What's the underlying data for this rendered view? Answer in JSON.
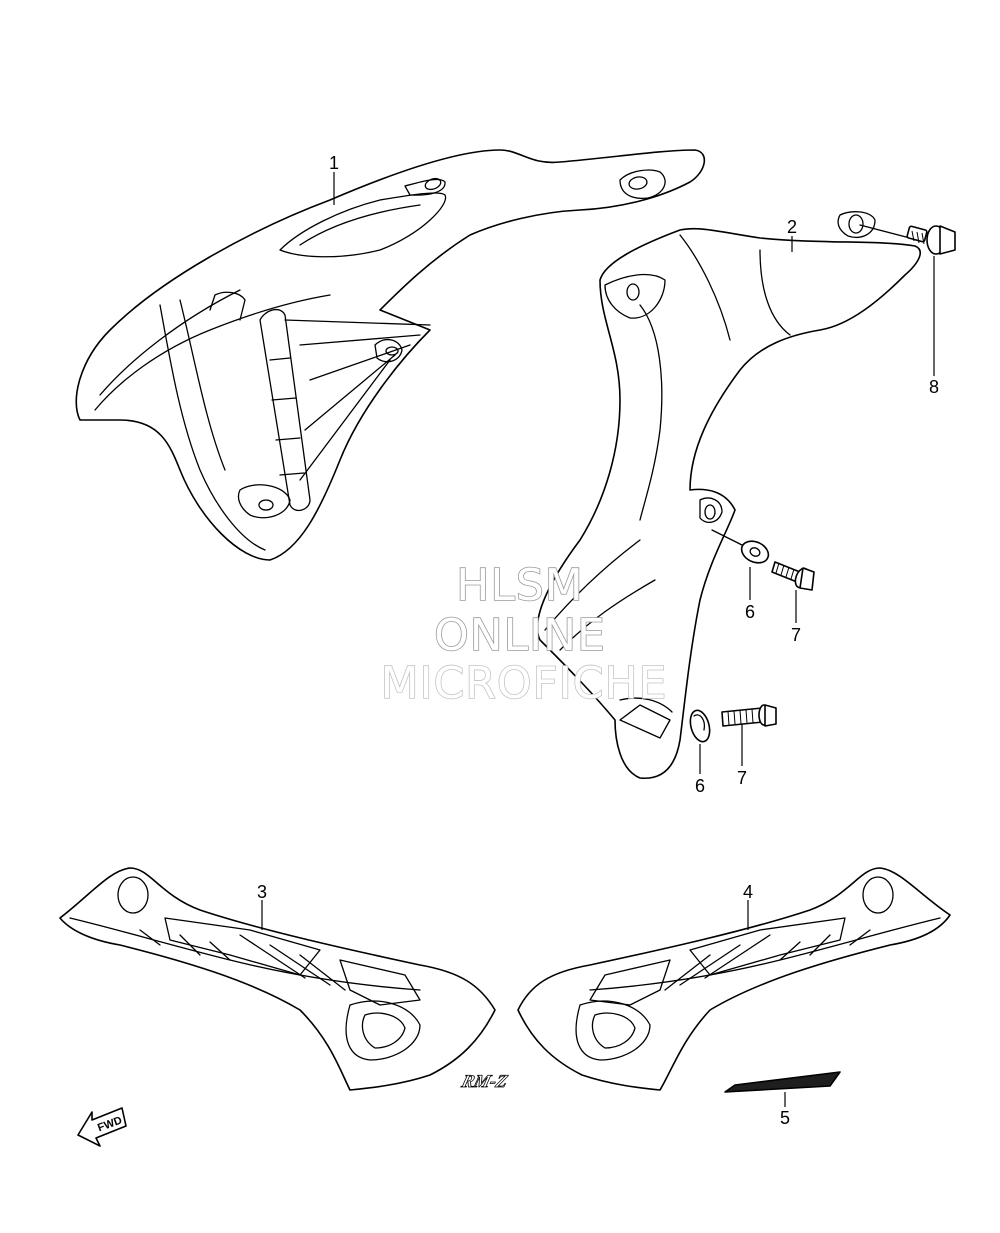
{
  "callouts": [
    {
      "id": "1",
      "label": "1"
    },
    {
      "id": "2",
      "label": "2"
    },
    {
      "id": "3",
      "label": "3"
    },
    {
      "id": "4",
      "label": "4"
    },
    {
      "id": "5",
      "label": "5"
    },
    {
      "id": "6a",
      "label": "6"
    },
    {
      "id": "6b",
      "label": "6"
    },
    {
      "id": "7a",
      "label": "7"
    },
    {
      "id": "7b",
      "label": "7"
    },
    {
      "id": "8",
      "label": "8"
    }
  ],
  "watermark": {
    "line1": "HLSM",
    "line2": "ONLINE",
    "line3": "MICROFICHE"
  },
  "fwd_label": "FWD",
  "emblem_text": "RM-Z"
}
